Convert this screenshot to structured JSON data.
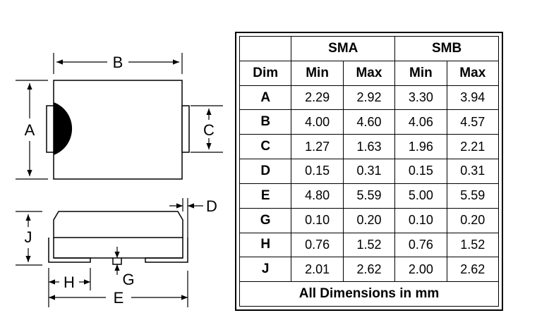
{
  "diagram": {
    "labels": {
      "A": "A",
      "B": "B",
      "C": "C",
      "D": "D",
      "E": "E",
      "G": "G",
      "H": "H",
      "J": "J"
    }
  },
  "table": {
    "groups": [
      "SMA",
      "SMB"
    ],
    "subheaders": [
      "Dim",
      "Min",
      "Max",
      "Min",
      "Max"
    ],
    "rows": [
      {
        "dim": "A",
        "sma_min": "2.29",
        "sma_max": "2.92",
        "smb_min": "3.30",
        "smb_max": "3.94"
      },
      {
        "dim": "B",
        "sma_min": "4.00",
        "sma_max": "4.60",
        "smb_min": "4.06",
        "smb_max": "4.57"
      },
      {
        "dim": "C",
        "sma_min": "1.27",
        "sma_max": "1.63",
        "smb_min": "1.96",
        "smb_max": "2.21"
      },
      {
        "dim": "D",
        "sma_min": "0.15",
        "sma_max": "0.31",
        "smb_min": "0.15",
        "smb_max": "0.31"
      },
      {
        "dim": "E",
        "sma_min": "4.80",
        "sma_max": "5.59",
        "smb_min": "5.00",
        "smb_max": "5.59"
      },
      {
        "dim": "G",
        "sma_min": "0.10",
        "sma_max": "0.20",
        "smb_min": "0.10",
        "smb_max": "0.20"
      },
      {
        "dim": "H",
        "sma_min": "0.76",
        "sma_max": "1.52",
        "smb_min": "0.76",
        "smb_max": "1.52"
      },
      {
        "dim": "J",
        "sma_min": "2.01",
        "sma_max": "2.62",
        "smb_min": "2.00",
        "smb_max": "2.62"
      }
    ],
    "footer": "All Dimensions in mm"
  }
}
